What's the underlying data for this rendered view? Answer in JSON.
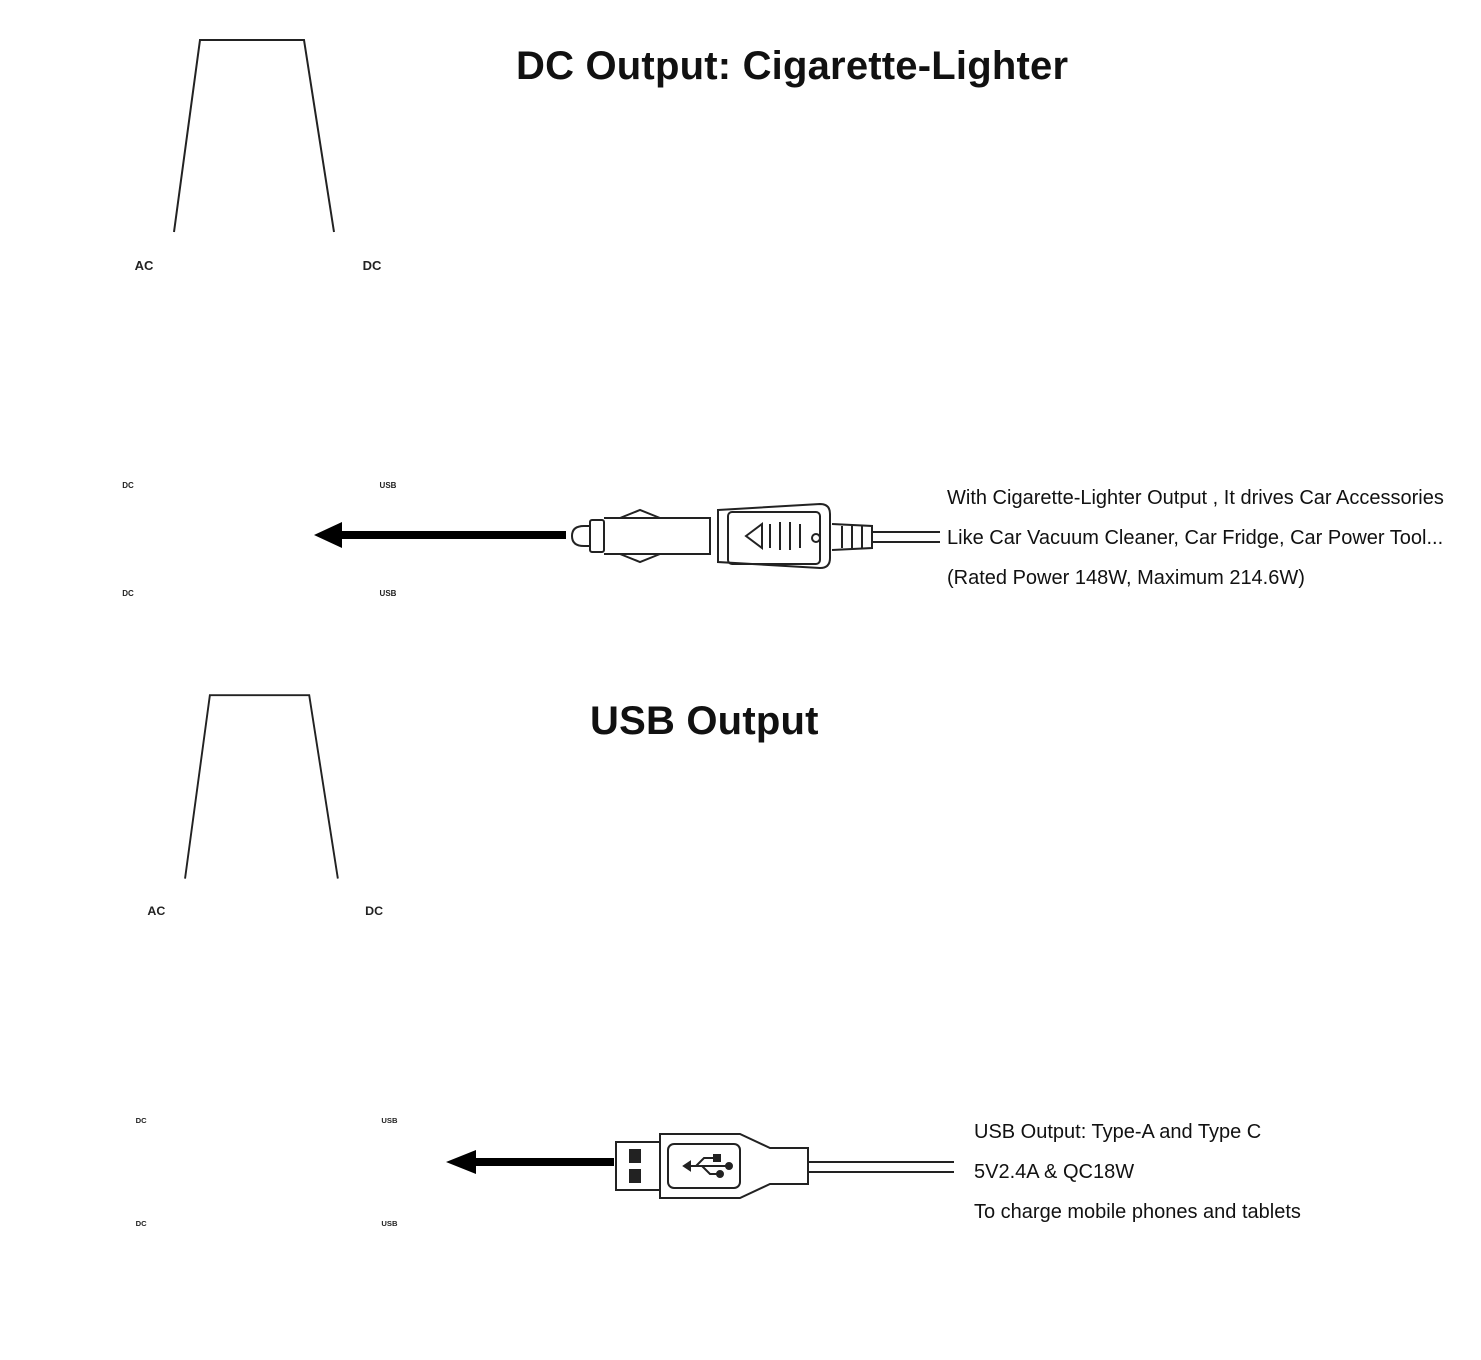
{
  "sections": [
    {
      "title": "DC Output: Cigarette-Lighter",
      "description_lines": [
        "With Cigarette-Lighter Output , It drives Car Accessories",
        "Like Car Vacuum Cleaner, Car Fridge, Car Power Tool...",
        "(Rated Power 148W, Maximum 214.6W)"
      ],
      "connector_icon": "cigarette-lighter-plug-icon"
    },
    {
      "title": "USB Output",
      "description_lines": [
        "USB Output: Type-A and Type C",
        "5V2.4A & QC18W",
        "To charge mobile phones and tablets"
      ],
      "connector_icon": "usb-plug-icon"
    }
  ],
  "device_labels": {
    "ac_button": "AC",
    "dc_button": "DC",
    "dc_port_label": "DC",
    "usb_port_label": "USB"
  },
  "colors": {
    "line": "#222222",
    "background": "#ffffff",
    "arrow": "#000000"
  }
}
